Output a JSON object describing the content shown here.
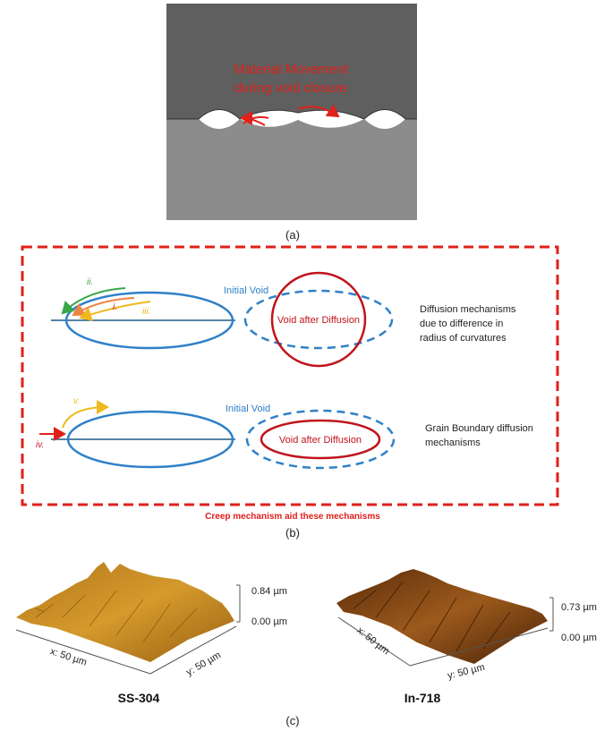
{
  "panel_a": {
    "annotation_line1": "Material Movement",
    "annotation_line2": "during void closure",
    "caption": "(a)"
  },
  "panel_b": {
    "top": {
      "initial_void": "Initial Void",
      "after_label": "Void after Diffusion",
      "arrow_i": "i.",
      "arrow_ii": "ii.",
      "arrow_iii": "iii.",
      "desc_line1": "Diffusion mechanisms",
      "desc_line2": "due to difference in",
      "desc_line3": "radius of curvatures"
    },
    "bottom": {
      "initial_void": "Initial Void",
      "after_label": "Void after Diffusion",
      "arrow_iv": "iv.",
      "arrow_v": "v.",
      "desc_line1": "Grain Boundary diffusion",
      "desc_line2": "mechanisms"
    },
    "footer": "Creep mechanism aid these mechanisms",
    "caption": "(b)"
  },
  "panel_c": {
    "left": {
      "name": "SS-304",
      "z_max": "0.84 µm",
      "z_min": "0.00 µm",
      "x_axis": "x: 50 µm",
      "y_axis": "y: 50 µm"
    },
    "right": {
      "name": "In-718",
      "z_max": "0.73 µm",
      "z_min": "0.00 µm",
      "x_axis": "x: 50 µm",
      "y_axis": "y: 50 µm"
    },
    "caption": "(c)"
  },
  "colors": {
    "red": "#e0201a",
    "dark_red": "#c0141c",
    "blue": "#2f80c8",
    "green": "#3aa64a",
    "orange": "#ee8444",
    "yellow": "#f0b81c",
    "upper_block": "#5f5f5f",
    "lower_block": "#8c8c8c"
  }
}
